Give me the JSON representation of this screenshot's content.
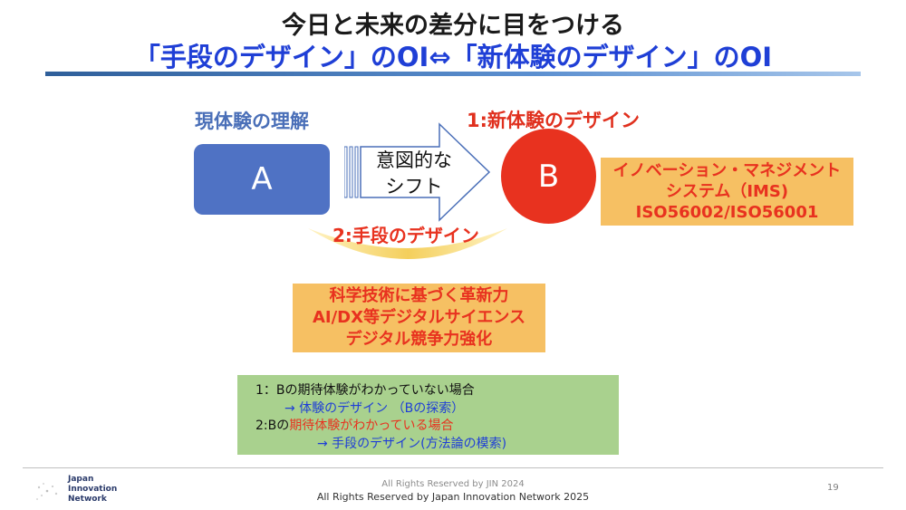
{
  "title": {
    "line1": "今日と未来の差分に目をつける",
    "line2": "「手段のデザイン」のOI⇔「新体験のデザイン」のOI"
  },
  "diagram": {
    "current_label": "現体験の理解",
    "new_label": "1:新体験のデザイン",
    "box_a": "A",
    "circle_b": "B",
    "arrow_text": [
      "意図的な",
      "シフト"
    ],
    "means_label": "2:手段のデザイン",
    "ims_box": [
      "イノベーション・マネジメント",
      "システム（IMS)",
      "ISO56002/ISO56001"
    ],
    "tech_box": [
      "科学技術に基づく革新力",
      "AI/DX等デジタルサイエンス",
      "デジタル競争力強化"
    ]
  },
  "notes": {
    "line1": "1：Bの期待体験がわかっていない場合",
    "line2": "→ 体験のデザイン （Bの探索）",
    "line3_prefix": "2:Bの",
    "line3_highlight": "期待体験がわかっている場合",
    "line4": "→ 手段のデザイン(方法論の模索)"
  },
  "footer": {
    "logo_lines": [
      "Japan",
      "Innovation",
      "Network"
    ],
    "rights1": "All Rights Reserved by JIN 2024",
    "rights2": "All Rights Reserved by Japan Innovation Network 2025",
    "page_number": "19"
  },
  "colors": {
    "title_blue": "#1f3fd6",
    "accent_red": "#e8321f",
    "box_blue": "#4f72c4",
    "orange_box": "#f6c063",
    "green_box": "#a9d18e"
  }
}
